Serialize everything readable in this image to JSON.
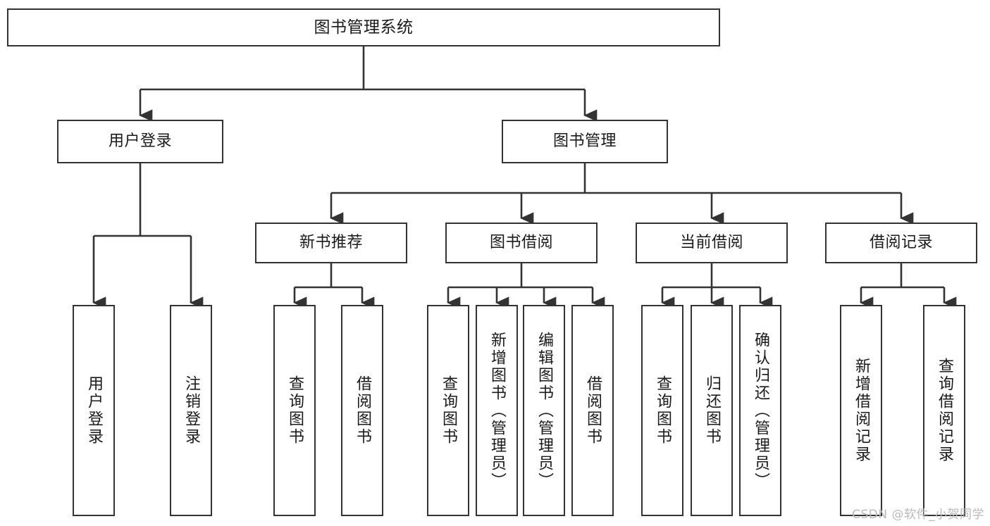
{
  "diagram": {
    "title": "图书管理系统",
    "type": "tree-hierarchy-diagram",
    "colors": {
      "background": "#ffffff",
      "box_border": "#333333",
      "box_fill": "#ffffff",
      "connector": "#333333",
      "text": "#1a1a1a",
      "watermark": "#b9b9b9"
    },
    "nodes": {
      "root": {
        "label": "图书管理系统"
      },
      "level2": [
        {
          "label": "用户登录"
        },
        {
          "label": "图书管理"
        }
      ],
      "level3": [
        {
          "label": "新书推荐"
        },
        {
          "label": "图书借阅"
        },
        {
          "label": "当前借阅"
        },
        {
          "label": "借阅记录"
        }
      ],
      "leaves": {
        "user_login": [
          {
            "label": "用户登录"
          },
          {
            "label": "注销登录"
          }
        ],
        "new_book_recommend": [
          {
            "label": "查询图书"
          },
          {
            "label": "借阅图书"
          }
        ],
        "book_borrow": [
          {
            "label": "查询图书"
          },
          {
            "label": "新增图书（管理员）"
          },
          {
            "label": "编辑图书（管理员）"
          },
          {
            "label": "借阅图书"
          }
        ],
        "current_borrow": [
          {
            "label": "查询图书"
          },
          {
            "label": "归还图书"
          },
          {
            "label": "确认归还（管理员）"
          }
        ],
        "borrow_record": [
          {
            "label": "新增借阅记录"
          },
          {
            "label": "查询借阅记录"
          }
        ]
      }
    },
    "watermark": "CSDN @软件_小贺同学"
  }
}
